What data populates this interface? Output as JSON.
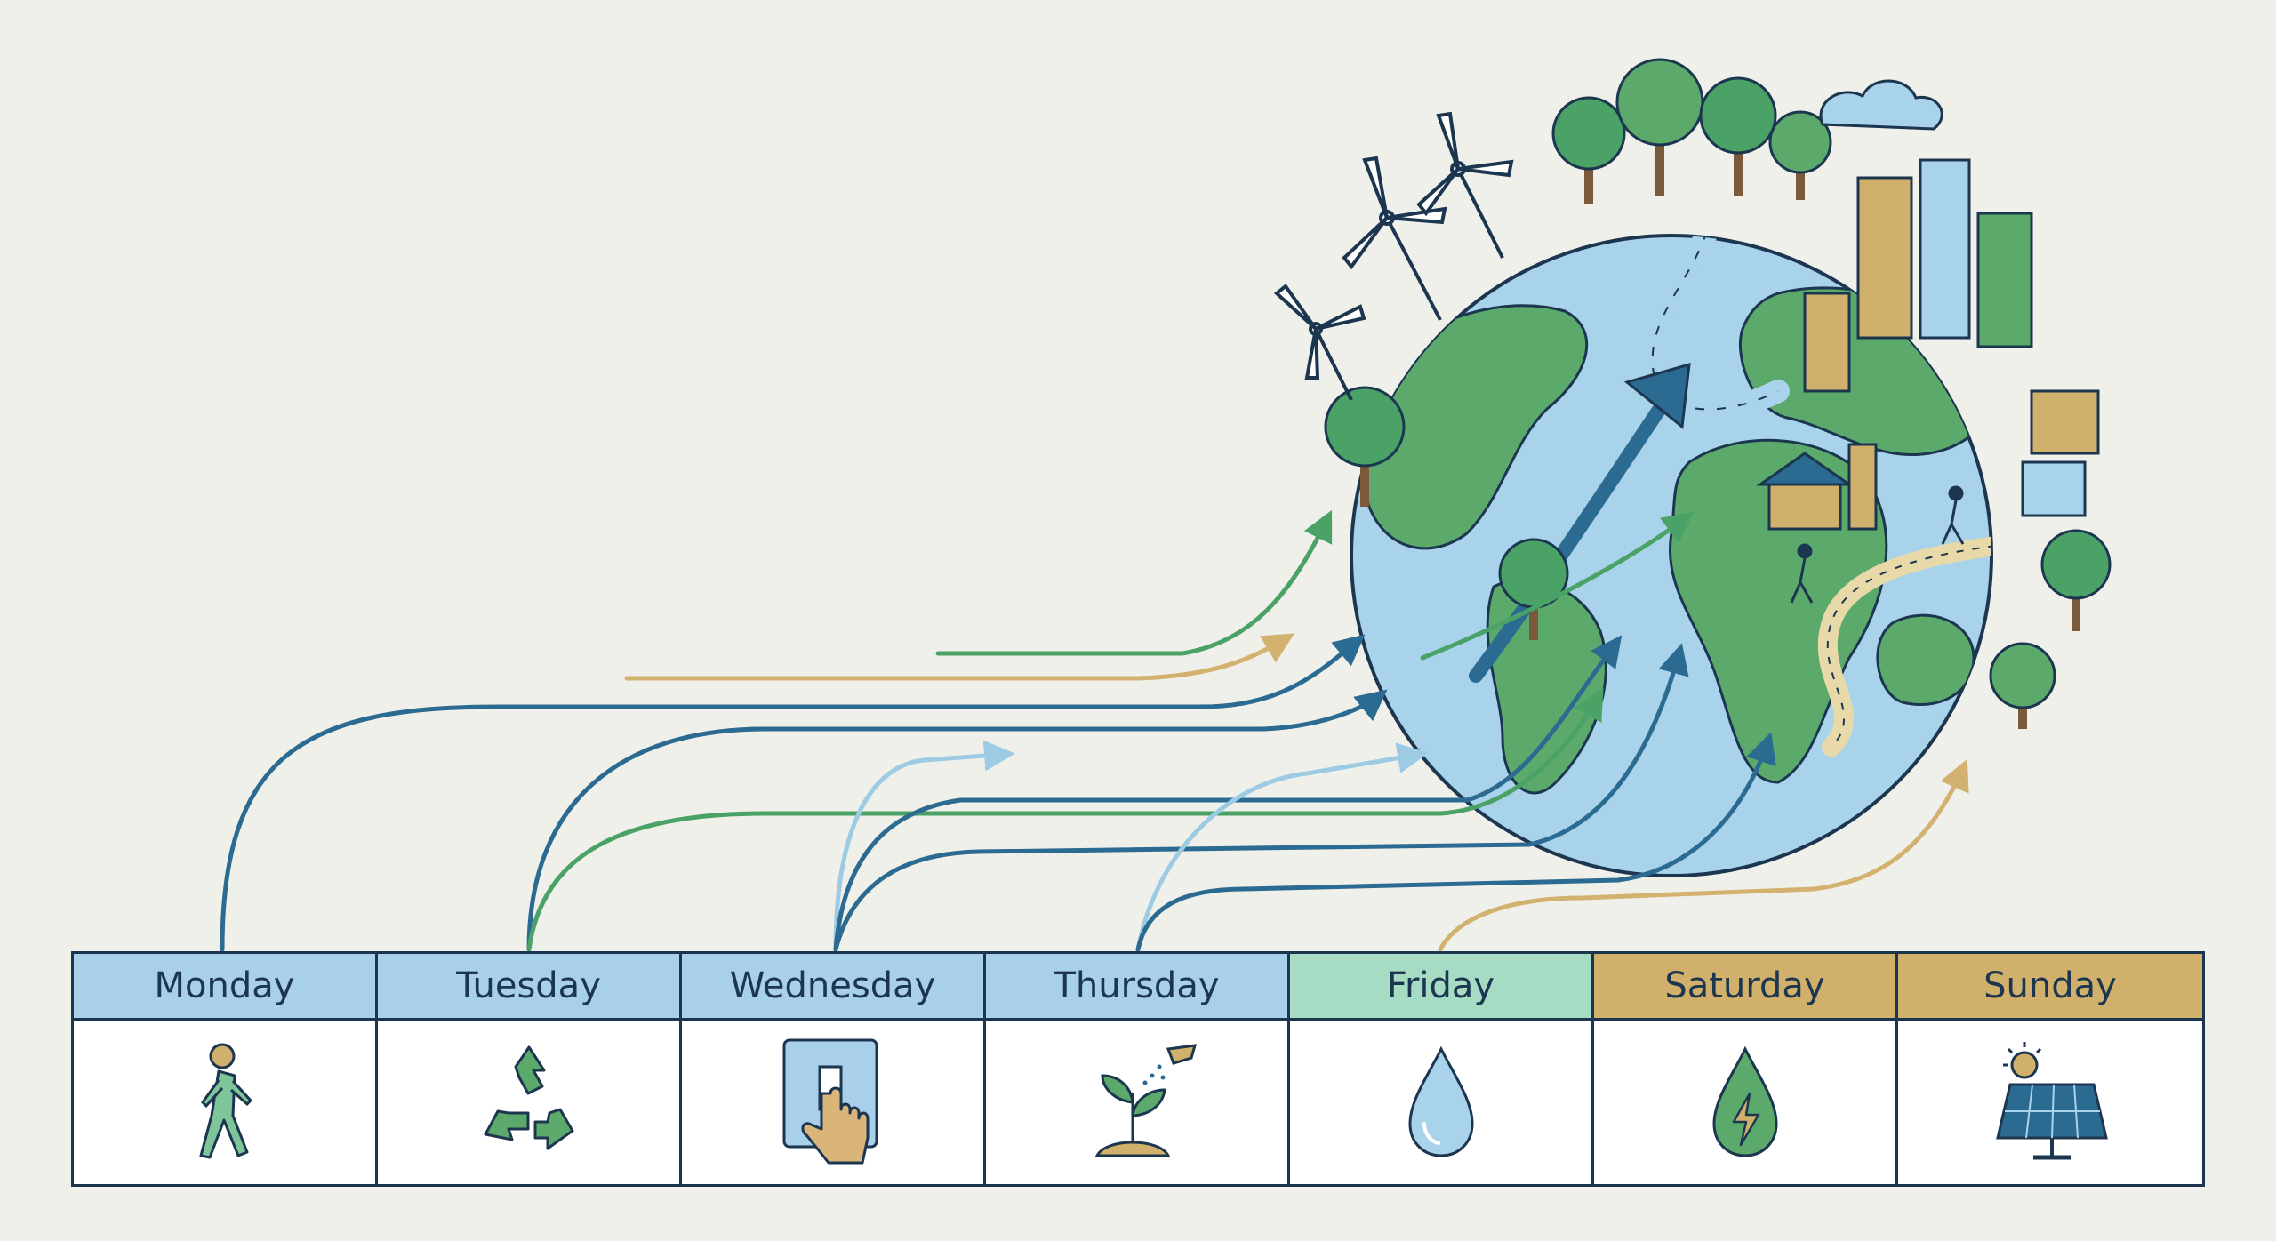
{
  "colors": {
    "background": "#f0f0eb",
    "outline": "#1d3650",
    "header_blue": "#a9d0ea",
    "header_green": "#a6dcc4",
    "header_gold": "#d1b06b",
    "ocean": "#a8d3ea",
    "land": "#5caa6b",
    "arrow_dark_blue": "#2b6a91",
    "arrow_light_blue": "#9ccbe3",
    "arrow_green": "#4aa266",
    "arrow_gold": "#d2b26e"
  },
  "schedule": {
    "days": [
      {
        "label": "Monday",
        "header_color": "#a9d0ea",
        "icon": "walking-person-icon"
      },
      {
        "label": "Tuesday",
        "header_color": "#a9d0ea",
        "icon": "recycle-icon"
      },
      {
        "label": "Wednesday",
        "header_color": "#a9d0ea",
        "icon": "light-switch-icon"
      },
      {
        "label": "Thursday",
        "header_color": "#a9d0ea",
        "icon": "watering-seedling-icon"
      },
      {
        "label": "Friday",
        "header_color": "#a6dcc4",
        "icon": "water-drop-icon"
      },
      {
        "label": "Saturday",
        "header_color": "#d1b06b",
        "icon": "energy-drop-icon"
      },
      {
        "label": "Sunday",
        "header_color": "#d1b06b",
        "icon": "solar-panel-icon"
      }
    ]
  },
  "illustration": {
    "globe": "earth-globe-illustration",
    "elements": [
      "wind-turbine-icon",
      "tree-icon",
      "city-building-icon",
      "cloud-icon",
      "river-icon",
      "solar-house-icon",
      "walking-person-icon",
      "growth-arrow-icon"
    ]
  }
}
